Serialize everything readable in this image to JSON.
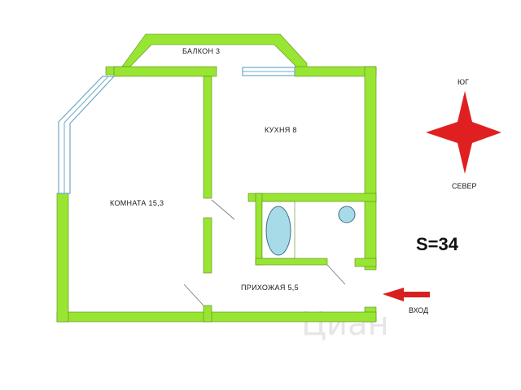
{
  "rooms": {
    "balcony": "БАЛКОН  3",
    "kitchen": "КУХНЯ  8",
    "room": "КОМНАТА  15,3",
    "hall": "ПРИХОЖАЯ  5,5"
  },
  "compass": {
    "south": "ЮГ",
    "north": "СЕВЕР"
  },
  "area": "S=34",
  "entry": "ВХОД",
  "watermark": "Циан",
  "colors": {
    "wall": "#99e533",
    "fixture": "#a8dbe8",
    "compass": "#e02020",
    "arrow": "#d81f1f"
  },
  "icons": {
    "compass": "compass-rose-icon",
    "entry_arrow": "entry-arrow-icon",
    "bathtub": "bathtub-icon",
    "sink": "sink-icon"
  }
}
